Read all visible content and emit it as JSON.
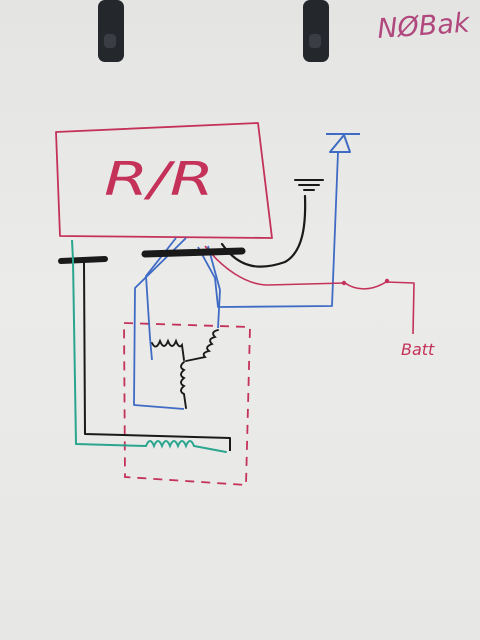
{
  "labels": {
    "corner_note": "NØBak",
    "rr_box": "R/R",
    "battery": "Batt"
  },
  "colors": {
    "whiteboard": "#e8e8e6",
    "red_ink": "#c4325a",
    "magenta_ink": "#b0487e",
    "blue_ink": "#3f6bc4",
    "black_ink": "#1a1a1a",
    "teal_ink": "#2aa58e",
    "clip": "#24272c"
  },
  "icons": [
    "board-clip",
    "ground-symbol",
    "diode-symbol",
    "wye-stator-coil",
    "inductor-coil",
    "switch-contact"
  ]
}
